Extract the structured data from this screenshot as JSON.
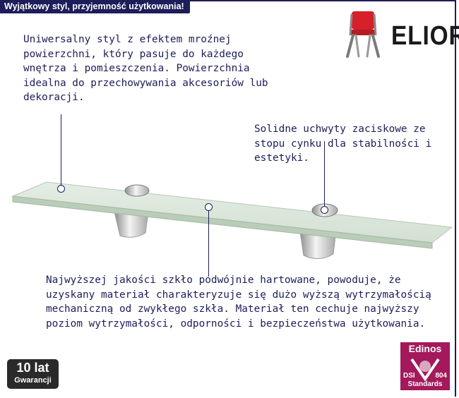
{
  "tagline": "Wyjątkowy styl, przyjemność użytkowania!",
  "brand": {
    "name": "ELIOR",
    "logo_icon": "chair-icon"
  },
  "callouts": {
    "top_left": "Uniwersalny styl z efektem mroźnej powierzchni, który pasuje do każdego wnętrza i pomieszczenia. Powierzchnia idealna do przechowywania akcesoriów lub dekoracji.",
    "right": "Solidne uchwyty zaciskowe ze stopu cynku dla stabilności i estetyki.",
    "bottom": "Najwyższej jakości szkło podwójnie hartowane, powoduje, że uzyskany materiał charakteryzuje się dużo wyższą wytrzymałością mechaniczną od zwykłego szkła. Materiał ten cechuje najwyższy poziom wytrzymałości, odporności i bezpieczeństwa użytkowania."
  },
  "warranty": {
    "years": "10 lat",
    "label": "Gwarancji"
  },
  "certification": {
    "name": "Edinos",
    "dsi": "DSI",
    "code": "804",
    "standards": "Standards"
  },
  "colors": {
    "navy": "#1d1d5a",
    "brand_red": "#d6202a",
    "edinos": "#a3195b",
    "glass": "#dfe9de"
  }
}
